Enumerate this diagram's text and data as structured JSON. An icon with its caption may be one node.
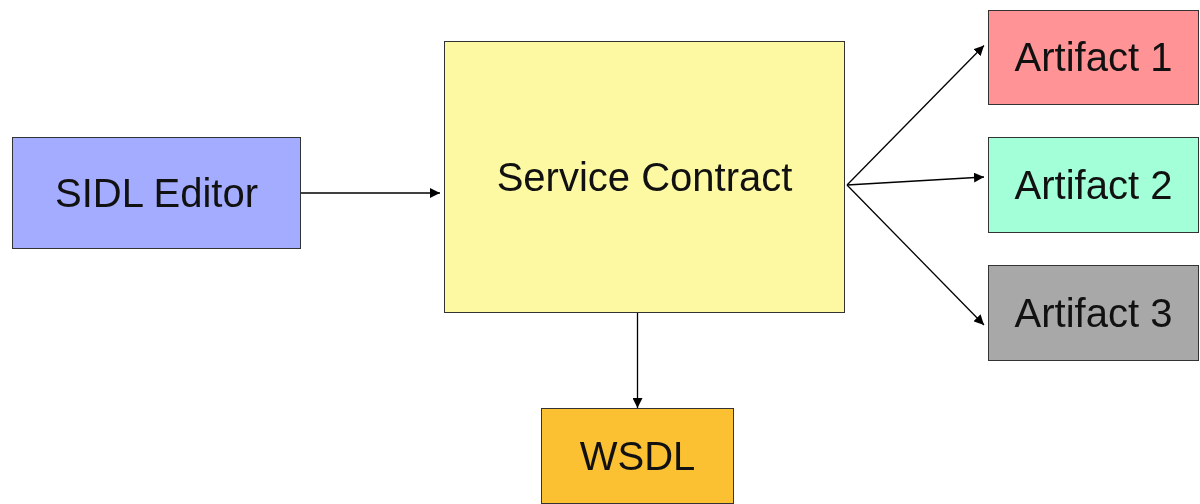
{
  "diagram": {
    "nodes": [
      {
        "text": [
          "SIDL Editor"
        ]
      },
      {
        "text": [
          "Service Contract"
        ]
      },
      {
        "text": [
          "Artifact 1"
        ]
      },
      {
        "text": [
          "Artifact 2"
        ]
      },
      {
        "text": [
          "Artifact 3"
        ]
      },
      {
        "text": [
          "WSDL"
        ]
      }
    ],
    "edges": [
      {
        "from": 0,
        "to": 1,
        "arrow": "to"
      },
      {
        "from": 1,
        "to": 2,
        "arrow": "to"
      },
      {
        "from": 1,
        "to": 3,
        "arrow": "to"
      },
      {
        "from": 1,
        "to": 4,
        "arrow": "to"
      },
      {
        "from": 1,
        "to": 5,
        "arrow": "to"
      }
    ]
  }
}
